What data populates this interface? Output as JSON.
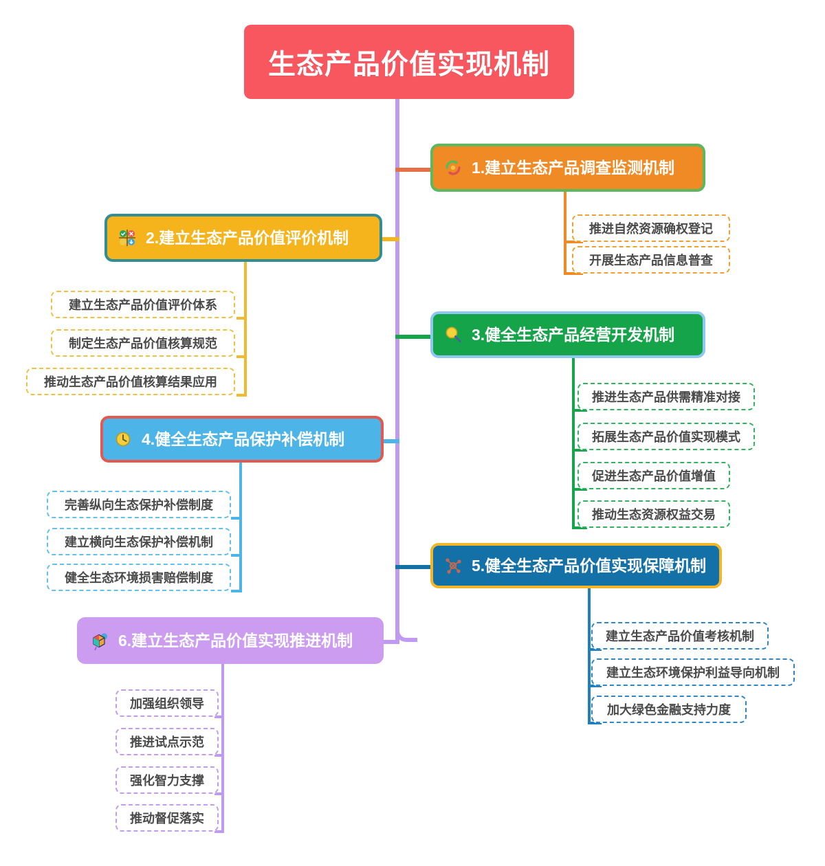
{
  "title": "生态产品价值实现机制",
  "root": {
    "label": "生态产品价值实现机制",
    "bg": "#f8575f",
    "color": "#ffffff"
  },
  "spine": {
    "color": "#c09af2"
  },
  "branches": [
    {
      "id": 1,
      "label": "1.建立生态产品调查监测机制",
      "icon": "recycle-icon",
      "side": "right",
      "bg": "#f08a24",
      "border": "#5cb85c",
      "text": "#ffffff",
      "stub": "#e2714a",
      "connector": "#f08a24",
      "leaf_border": "#f0a030",
      "children": [
        "推进自然资源确权登记",
        "开展生态产品信息普查"
      ]
    },
    {
      "id": 2,
      "label": "2.建立生态产品价值评价机制",
      "icon": "grid-icon",
      "side": "left",
      "bg": "#f5b31c",
      "border": "#2f8e96",
      "text": "#ffffff",
      "stub": "#f5b31c",
      "connector": "#f0b92e",
      "leaf_border": "#f0c040",
      "children": [
        "建立生态产品价值评价体系",
        "制定生态产品价值核算规范",
        "推动生态产品价值核算结果应用"
      ]
    },
    {
      "id": 3,
      "label": "3.健全生态产品经营开发机制",
      "icon": "search-icon",
      "side": "right",
      "bg": "#16a44a",
      "border": "#8ec8f0",
      "text": "#ffffff",
      "stub": "#16a44a",
      "connector": "#16a44a",
      "leaf_border": "#2fb35e",
      "children": [
        "推进生态产品供需精准对接",
        "拓展生态产品价值实现模式",
        "促进生态产品价值增值",
        "推动生态资源权益交易"
      ]
    },
    {
      "id": 4,
      "label": "4.健全生态产品保护补偿机制",
      "icon": "clock-icon",
      "side": "left",
      "bg": "#4db4e8",
      "border": "#e3594f",
      "text": "#ffffff",
      "stub": "#4db4e8",
      "connector": "#4db4e8",
      "leaf_border": "#62c0ea",
      "children": [
        "完善纵向生态保护补偿制度",
        "建立横向生态保护补偿机制",
        "健全生态环境损害赔偿制度"
      ]
    },
    {
      "id": 5,
      "label": "5.健全生态产品价值实现保障机制",
      "icon": "network-icon",
      "side": "right",
      "bg": "#1471a8",
      "border": "#f0b529",
      "text": "#ffffff",
      "stub": "#1471a8",
      "connector": "#1f7fc0",
      "leaf_border": "#2f86c4",
      "children": [
        "建立生态产品价值考核机制",
        "建立生态环境保护利益导向机制",
        "加大绿色金融支持力度"
      ]
    },
    {
      "id": 6,
      "label": "6.建立生态产品价值实现推进机制",
      "icon": "gift-box-icon",
      "side": "left",
      "bg": "#cb9cf0",
      "border": "#cb9cf0",
      "text": "#ffffff",
      "stub": "#c09af2",
      "connector": "#c09af2",
      "leaf_border": "#c79af0",
      "children": [
        "加强组织领导",
        "推进试点示范",
        "强化智力支撑",
        "推动督促落实"
      ]
    }
  ]
}
